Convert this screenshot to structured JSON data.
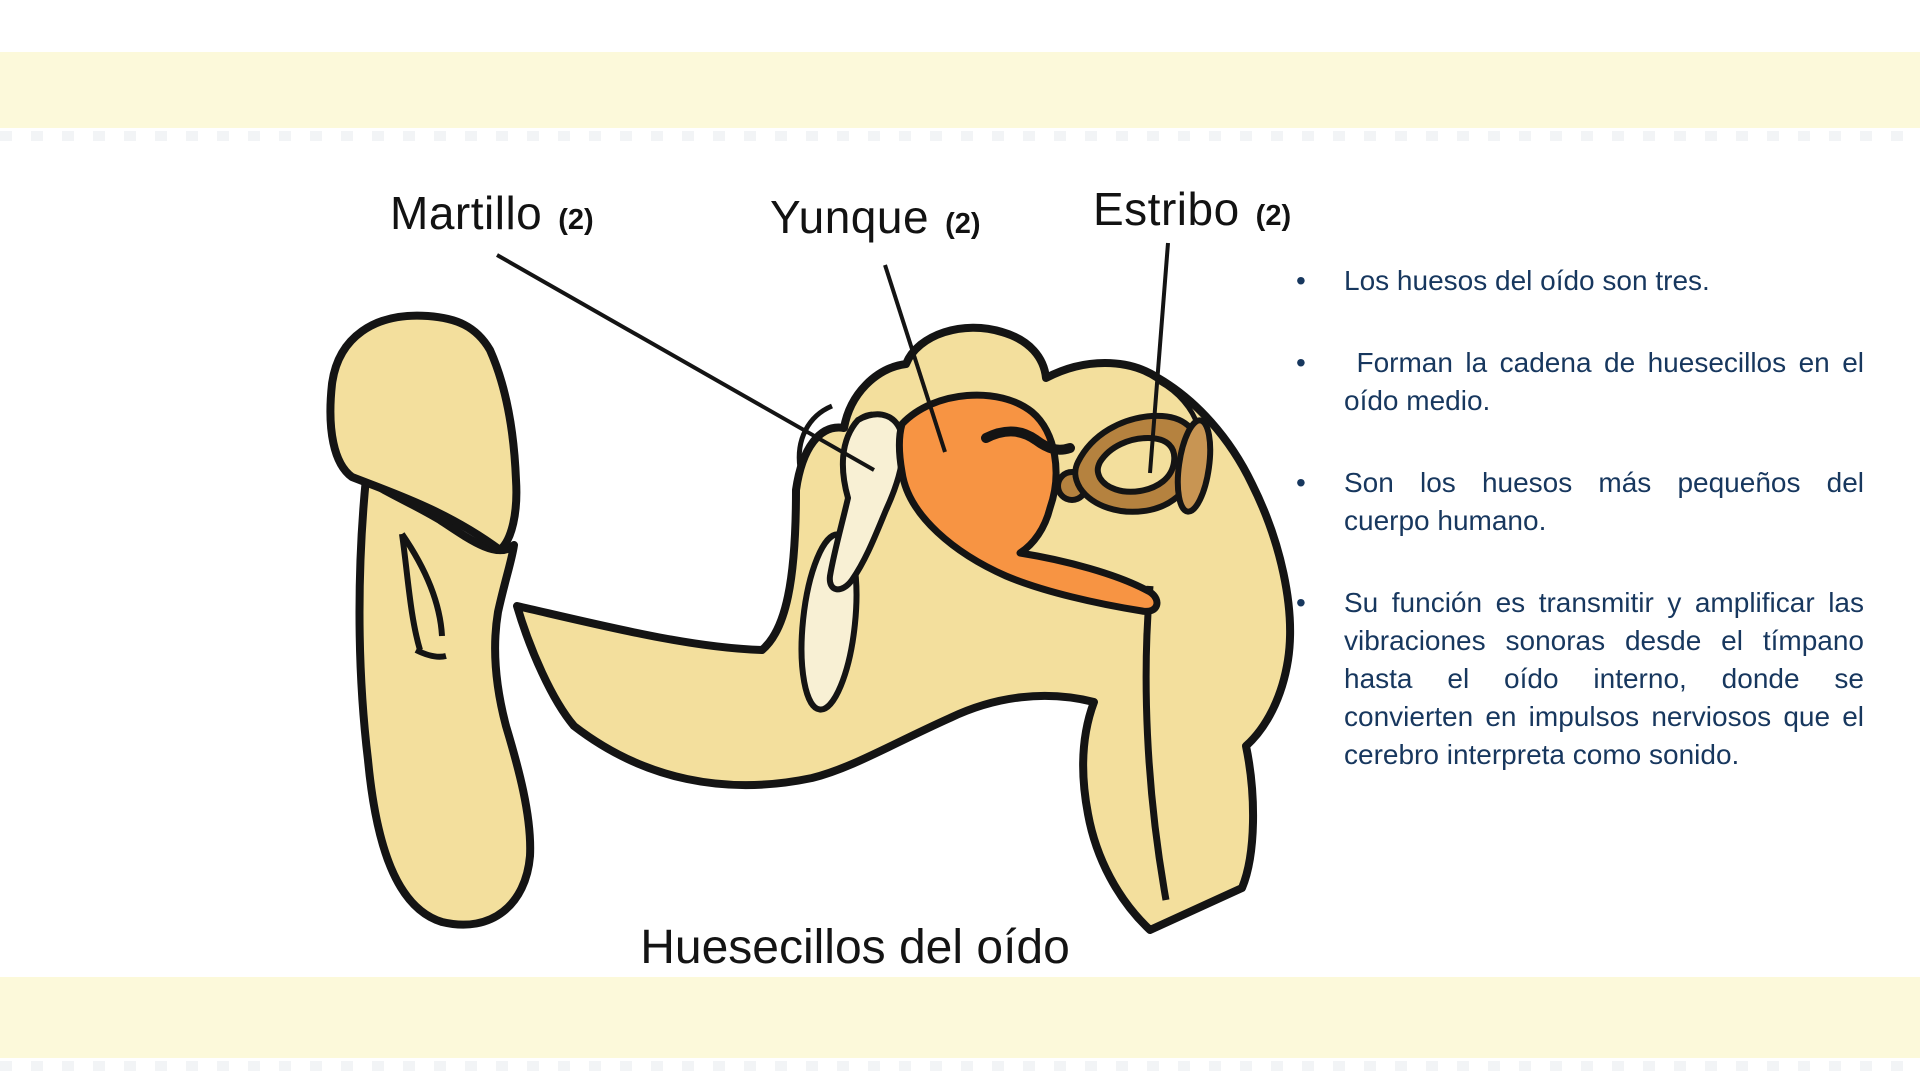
{
  "slide": {
    "background": "#ffffff",
    "band_color": "#FCF9DA",
    "caption": "Huesecillos del oído"
  },
  "diagram": {
    "labels": [
      {
        "name": "Martillo",
        "count": "(2)"
      },
      {
        "name": "Yunque",
        "count": "(2)"
      },
      {
        "name": "Estribo",
        "count": "(2)"
      }
    ],
    "colors": {
      "body_tan": "#F3DF9D",
      "incus_orange": "#F79443",
      "cream": "#F8F0D4",
      "stapes_brown": "#B5823F",
      "footplate_brown": "#C89553",
      "outline": "#141414"
    }
  },
  "notes": {
    "text_color": "#17375E",
    "items": [
      "Los huesos del oído son tres.",
      " Forman la cadena de huesecillos en el oído medio.",
      "Son los huesos más pequeños del cuerpo humano.",
      "Su función es transmitir y amplificar las vibraciones sonoras desde el tímpano hasta el oído interno, donde se convierten en impulsos nerviosos que el cerebro interpreta como sonido."
    ]
  }
}
